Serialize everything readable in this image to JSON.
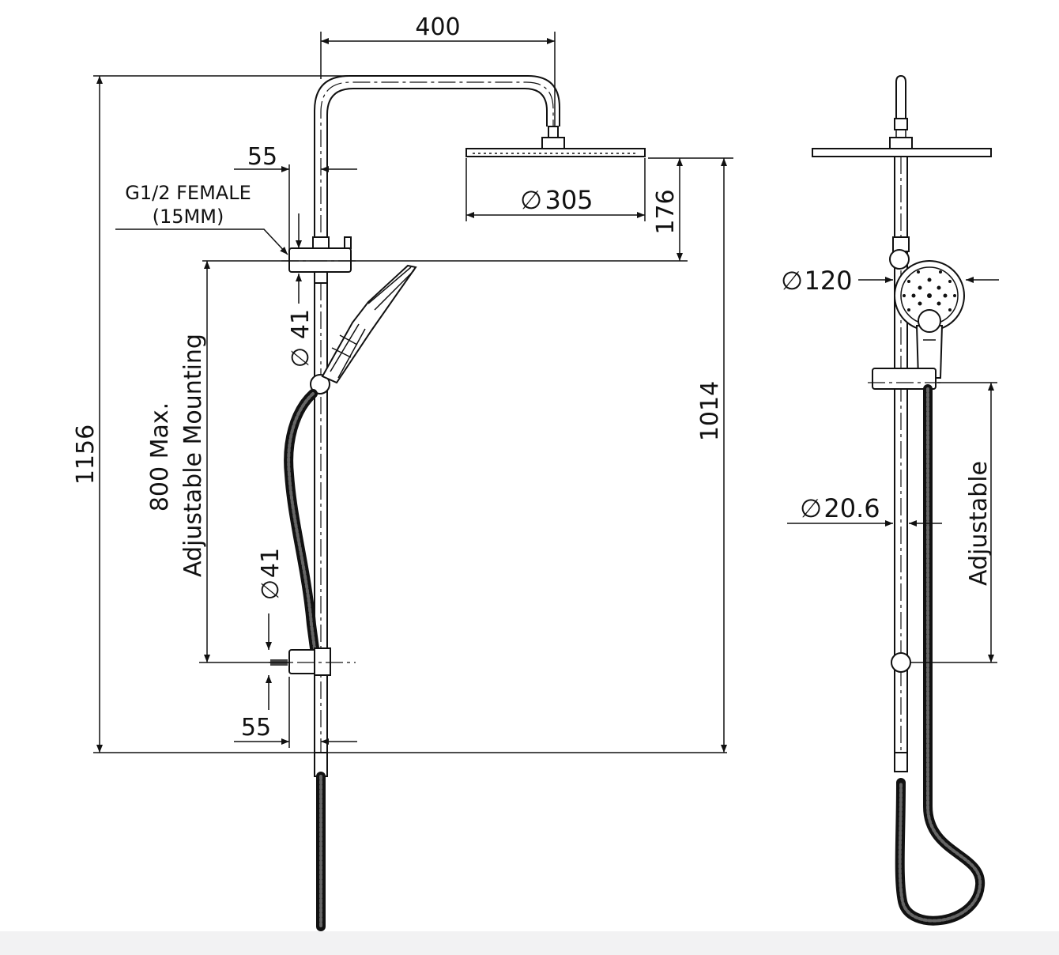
{
  "front_view": {
    "width_dim": "400",
    "outlet_offset_top": "55",
    "inlet_spec_line1": "G1/2 FEMALE",
    "inlet_spec_line2": "(15MM)",
    "overhead_diameter": "305",
    "head_height_dim": "176",
    "bracket_diameter_top": "41",
    "mounting_label_line1": "800 Max.",
    "mounting_label_line2": "Adjustable Mounting",
    "bracket_diameter_bottom": "41",
    "outlet_offset_bottom": "55",
    "total_height_dim": "1156",
    "head_to_base_dim": "1014"
  },
  "side_view": {
    "handshower_diameter": "120",
    "rail_diameter": "20.6",
    "adjustable_label": "Adjustable"
  },
  "symbols": {
    "diameter_glyph": "∅"
  }
}
